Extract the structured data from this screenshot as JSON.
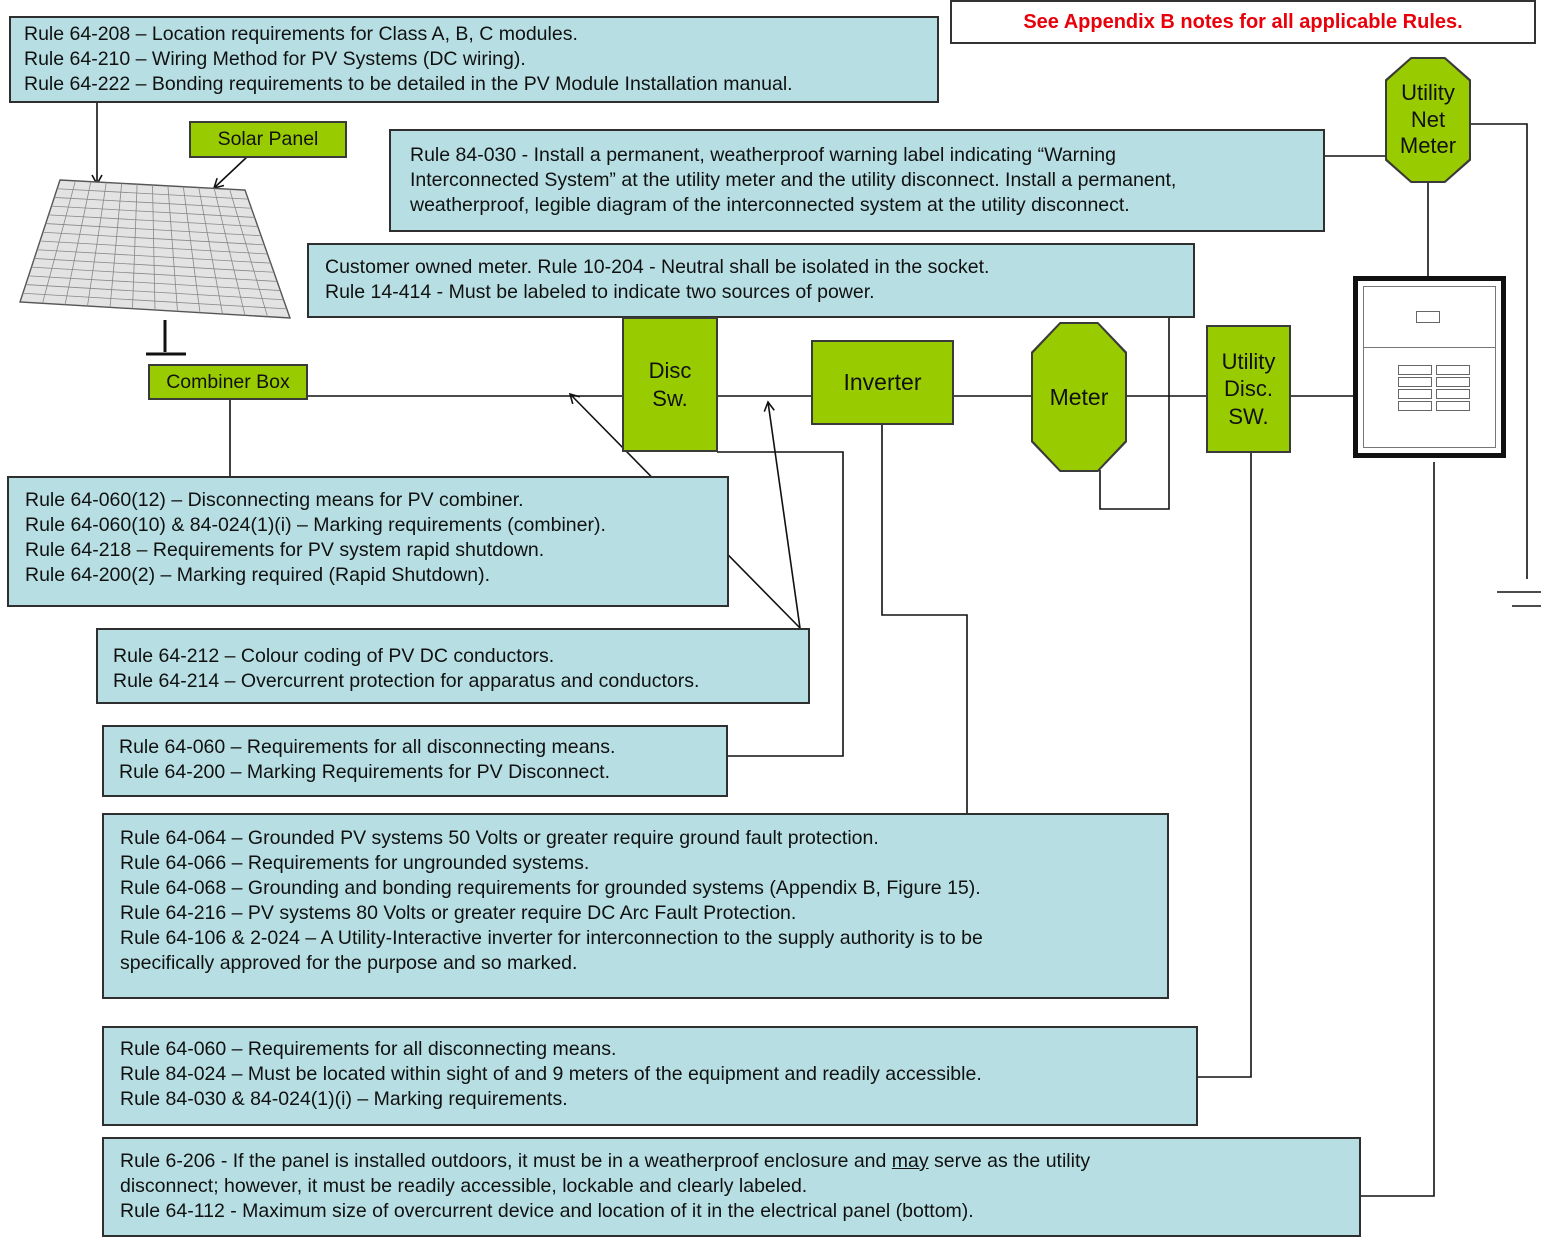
{
  "appendix_note": "See Appendix B notes for all applicable Rules.",
  "components": {
    "solar_panel": "Solar Panel",
    "combiner_box": "Combiner Box",
    "disc_sw": [
      "Disc",
      "Sw."
    ],
    "inverter": "Inverter",
    "meter": "Meter",
    "utility_disc_sw": [
      "Utility",
      "Disc.",
      "SW."
    ],
    "utility_net_meter": [
      "Utility",
      "Net",
      "Meter"
    ]
  },
  "boxes": {
    "module_rules": [
      "Rule 64-208 – Location requirements for Class A, B, C modules.",
      "Rule 64-210 – Wiring Method for PV Systems (DC wiring).",
      "Rule 64-222 – Bonding requirements to be detailed in the PV Module Installation manual."
    ],
    "warning_label": [
      "Rule 84-030 - Install a permanent, weatherproof warning label indicating “Warning",
      "Interconnected System” at the utility meter and the utility disconnect.  Install a permanent,",
      "weatherproof, legible diagram of the interconnected system at the utility disconnect."
    ],
    "customer_meter": [
      "Customer owned meter. Rule 10-204 - Neutral shall be isolated in the socket.",
      "Rule 14-414 - Must be labeled to  indicate two sources of power."
    ],
    "combiner_rules": [
      "Rule 64-060(12) – Disconnecting means for PV combiner.",
      "Rule 64-060(10) & 84-024(1)(i) – Marking requirements (combiner).",
      "Rule 64-218 – Requirements for PV system rapid shutdown.",
      "Rule 64-200(2) – Marking required (Rapid Shutdown)."
    ],
    "conductor_rules": [
      "Rule 64-212 – Colour coding of PV DC conductors.",
      "Rule 64-214 – Overcurrent protection for apparatus and conductors."
    ],
    "disconnect_rules": [
      "Rule 64-060 – Requirements for all disconnecting means.",
      "Rule 64-200 – Marking Requirements for PV Disconnect."
    ],
    "inverter_rules": [
      "Rule 64-064 – Grounded PV systems 50 Volts or greater require ground fault protection.",
      "Rule 64-066 – Requirements for ungrounded systems.",
      "Rule 64-068 – Grounding and bonding requirements for grounded systems (Appendix B, Figure 15).",
      "Rule 64-216 – PV systems 80 Volts or greater require DC Arc Fault Protection.",
      "Rule 64-106 & 2-024 – A Utility-Interactive inverter for interconnection to the supply authority is to be",
      "specifically approved for the purpose and so marked."
    ],
    "utility_disc_rules": [
      "Rule 64-060 – Requirements for all disconnecting means.",
      "Rule 84-024 – Must be located within sight of and 9 meters of the equipment and readily accessible.",
      "Rule 84-030 & 84-024(1)(i) – Marking requirements."
    ],
    "panel_rules": {
      "line1_before": "Rule 6-206 - If the panel is installed outdoors, it must be in a weatherproof enclosure and ",
      "line1_underlined": "may",
      "line1_after": " serve as the utility",
      "line2": "disconnect; however, it must be readily accessible, lockable and clearly labeled.",
      "line3": "Rule 64-112 - Maximum size of overcurrent device and location of it in the electrical panel (bottom)."
    }
  }
}
